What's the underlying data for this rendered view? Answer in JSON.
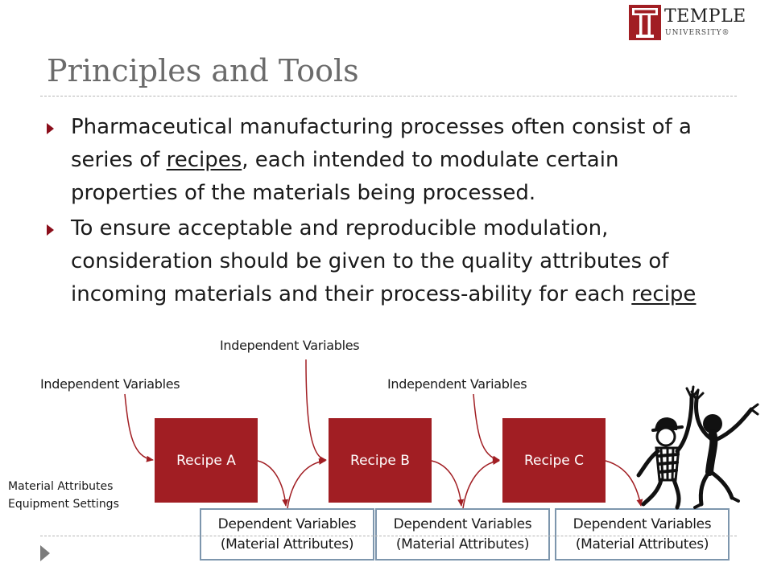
{
  "logo": {
    "name": "TEMPLE",
    "sub": "UNIVERSITY®"
  },
  "title": "Principles and Tools",
  "bullets": {
    "b1_pre": "Pharmaceutical manufacturing processes often consist of a series of ",
    "b1_link": "recipes",
    "b1_post": ", each intended to modulate certain properties of the materials being processed.",
    "b2_pre": "To ensure acceptable and reproducible modulation, consideration should be given to the quality attributes of incoming materials and their process-ability for each ",
    "b2_link": "recipe"
  },
  "independent_variables": [
    "Independent Variables",
    "Independent Variables",
    "Independent Variables"
  ],
  "recipes": [
    "Recipe A",
    "Recipe B",
    "Recipe C"
  ],
  "dependent": [
    {
      "line1": "Dependent Variables",
      "line2": "(Material Attributes)"
    },
    {
      "line1": "Dependent Variables",
      "line2": "(Material Attributes)"
    },
    {
      "line1": "Dependent Variables",
      "line2": "(Material Attributes)"
    }
  ],
  "material_attributes": "Material Attributes",
  "equipment_settings": "Equipment Settings",
  "colors": {
    "brand_red": "#a11e23",
    "bullet": "#8b0e1b",
    "box_border": "#7d96ad",
    "title": "#6b6b6b"
  },
  "icons": [
    "temple-logo-icon",
    "bullet-arrow-icon",
    "celebrating-figures-icon",
    "slide-nav-triangle-icon"
  ]
}
